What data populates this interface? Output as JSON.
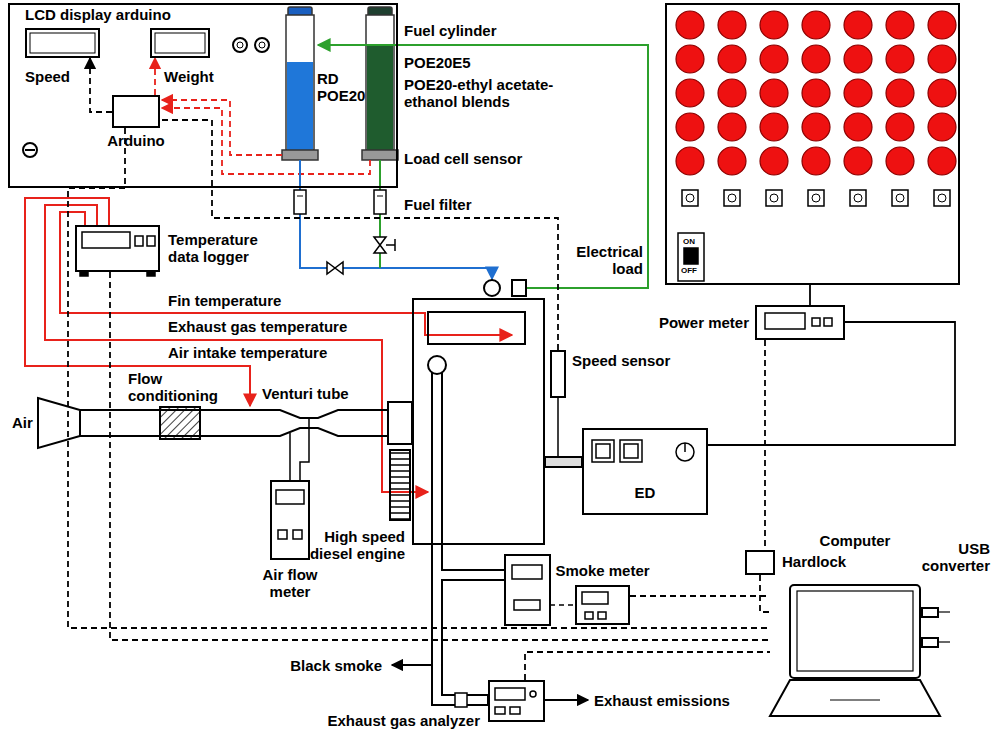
{
  "diagram": {
    "nodes": [
      {
        "text": [
          "LCD display arduino"
        ]
      },
      {
        "text": [
          "Speed"
        ],
        "in": 0
      },
      {
        "text": [
          "Weight"
        ],
        "in": 0
      },
      {
        "text": [
          "Arduino"
        ],
        "in": 0
      },
      {
        "text": [
          "RD POE20"
        ],
        "in": 0
      },
      {
        "text": [
          "Temperature data logger"
        ]
      },
      {
        "text": [
          "Electrical load"
        ]
      },
      {
        "text": [
          "Power meter"
        ]
      },
      {
        "text": [
          "Speed sensor"
        ]
      },
      {
        "text": [
          "High speed diesel engine"
        ]
      },
      {
        "text": [
          "ED"
        ]
      },
      {
        "text": [
          "Air flow meter"
        ]
      },
      {
        "text": [
          "Hardlock"
        ]
      },
      {
        "text": [
          "Smoke meter"
        ]
      },
      {
        "text": [
          "Computer"
        ]
      },
      {
        "text": [
          "Exhaust gas analyzer"
        ]
      }
    ],
    "edges": [
      {
        "from": 3,
        "to": 1,
        "arrow": "to"
      },
      {
        "from": 3,
        "to": 2,
        "arrow": "to"
      },
      {
        "from": 5,
        "to": 14,
        "arrow": "none"
      },
      {
        "from": 7,
        "to": 12,
        "arrow": "none"
      },
      {
        "from": 12,
        "to": 14,
        "arrow": "none"
      },
      {
        "from": 13,
        "to": 14,
        "arrow": "none"
      },
      {
        "from": 15,
        "to": 14,
        "arrow": "none"
      },
      {
        "from": 6,
        "to": 7,
        "arrow": "none"
      },
      {
        "from": 10,
        "to": 7,
        "arrow": "none"
      },
      {
        "from": 8,
        "to": 3,
        "arrow": "none"
      },
      {
        "from": 3,
        "to": 14,
        "arrow": "none"
      }
    ],
    "labels": [
      "Fuel cylinder",
      "POE20E5",
      "POE20-ethyl acetate-ethanol blends",
      "Load cell sensor",
      "Fuel filter",
      "Fin temperature",
      "Exhaust gas temperature",
      "Air intake temperature",
      "Air",
      "Flow conditioning",
      "Venturi tube",
      "ON",
      "OFF",
      "Black smoke",
      "Exhaust emissions",
      "USB converter"
    ]
  }
}
